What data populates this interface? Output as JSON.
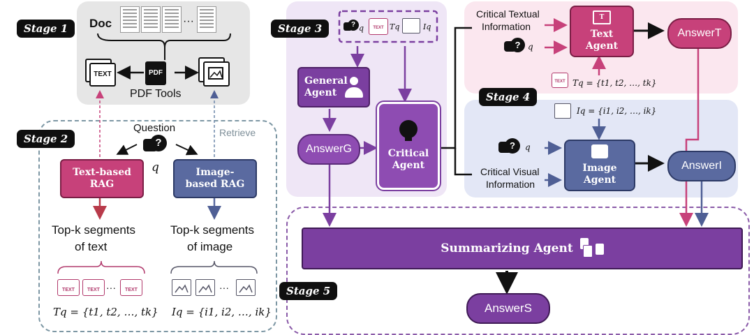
{
  "stages": {
    "s1": "Stage 1",
    "s2": "Stage 2",
    "s3": "Stage 3",
    "s4": "Stage 4",
    "s5": "Stage 5"
  },
  "stage1": {
    "doc_label": "Doc",
    "ellipsis": "···",
    "pdf_tools": "PDF Tools",
    "pdf_icon": "PDF",
    "text_icon": "TEXT"
  },
  "stage2": {
    "question": "Question",
    "q": "q",
    "retrieve": "Retrieve",
    "text_rag": "Text-based RAG",
    "image_rag": "Image-based RAG",
    "topk_text_1": "Top-k segments",
    "topk_text_2": "of text",
    "topk_image_1": "Top-k segments",
    "topk_image_2": "of image",
    "seg_label": "TEXT",
    "dots": "···",
    "tq_formula": "Tq = {t1, t2, …, tk}",
    "iq_formula": "Iq = {i1, i2, …, ik}"
  },
  "stage3": {
    "q": "q",
    "tq": "Tq",
    "iq": "Iq",
    "general_agent": "General Agent",
    "answer_g": "AnswerG",
    "critical_agent": "Critical Agent"
  },
  "stage4": {
    "crit_text_1": "Critical Textual",
    "crit_text_2": "Information",
    "q": "q",
    "text_agent": "Text Agent",
    "answer_t": "AnswerT",
    "tq_formula": "Tq = {t1, t2, …, tk}",
    "iq_formula": "Iq = {i1, i2, …, ik}",
    "crit_vis_1": "Critical Visual",
    "crit_vis_2": "Information",
    "image_agent": "Image Agent",
    "answer_i": "AnswerI"
  },
  "stage5": {
    "summarizing_agent": "Summarizing Agent",
    "answer_s": "AnswerS"
  },
  "icons": [
    "speech-bubble-question-icon",
    "pdf-icon",
    "text-document-icon",
    "image-document-icon",
    "person-icon",
    "lightbulb-brain-icon",
    "image-icon",
    "document-stack-icon",
    "arrow-icon"
  ],
  "colors": {
    "text_rag": "#c7417a",
    "image_rag": "#5a6aa0",
    "purple": "#7b3fa0",
    "pink_panel": "#fbe6ee",
    "blue_panel": "#e4e8f6",
    "purple_panel": "#efe6f6",
    "gray_panel": "#e8e8e8"
  }
}
